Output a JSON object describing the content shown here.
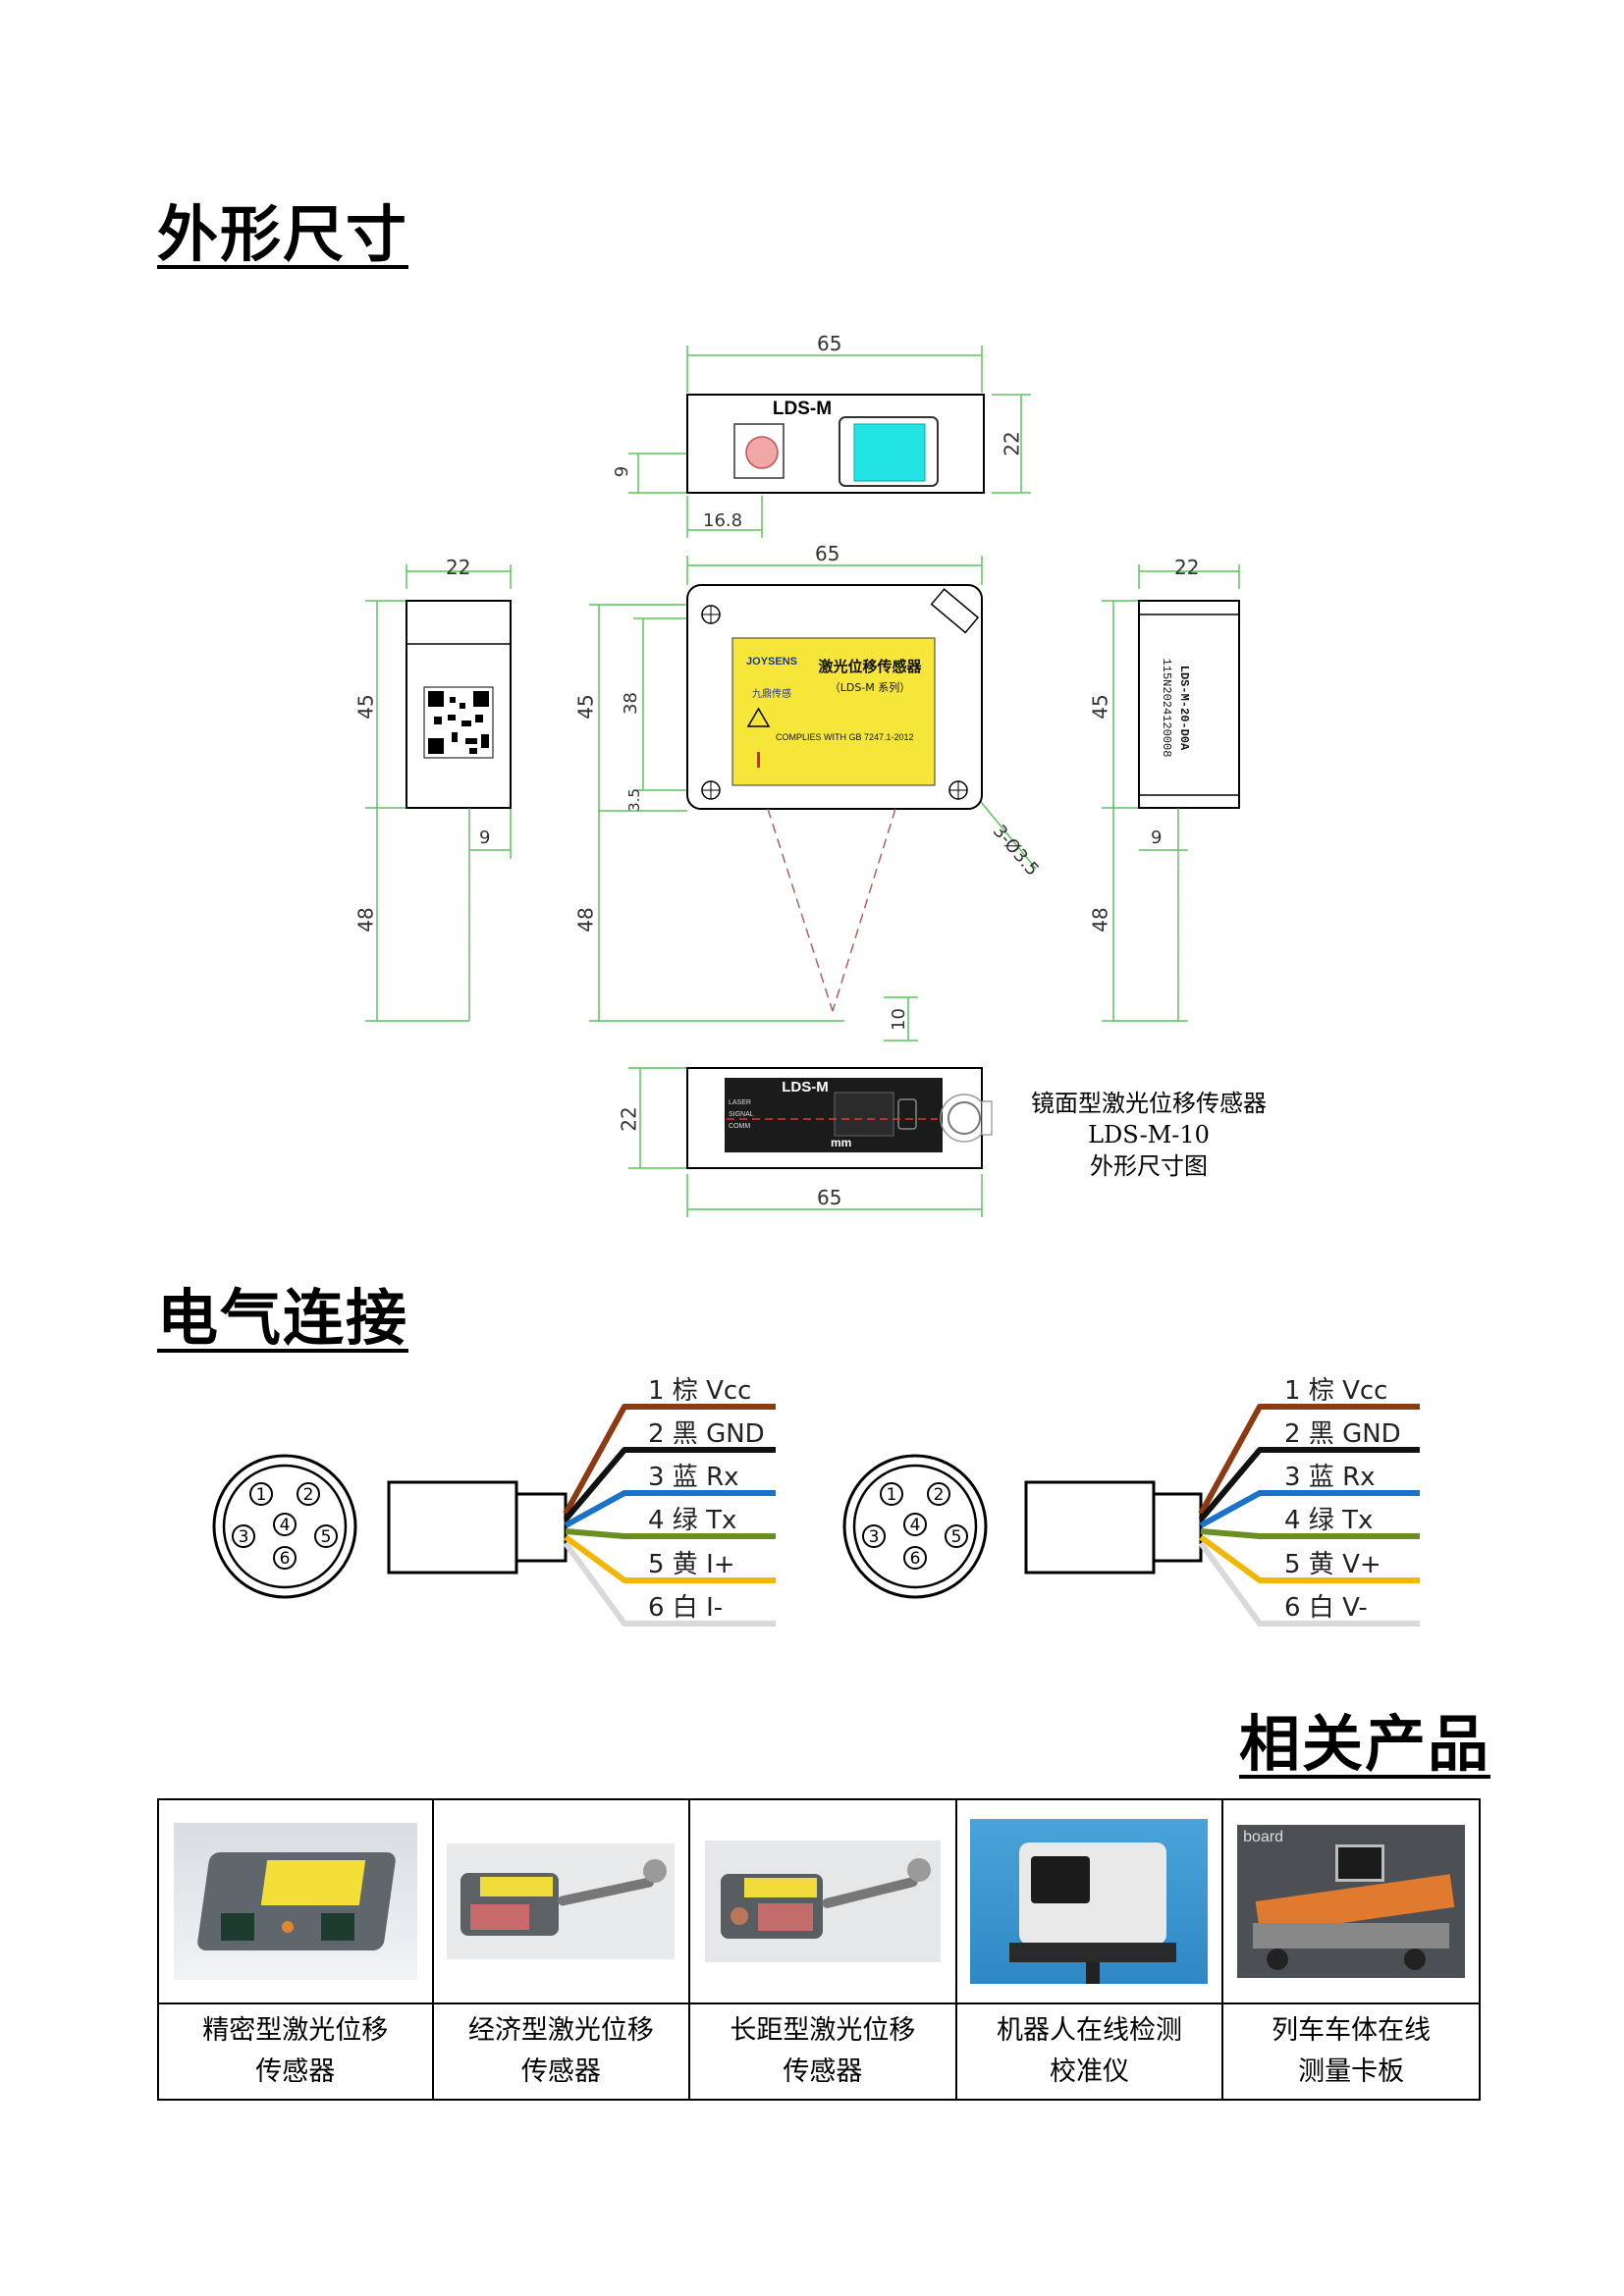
{
  "sections": {
    "dimensions_title": "外形尺寸",
    "electrical_title": "电气连接",
    "products_title": "相关产品"
  },
  "drawing": {
    "model_top": "LDS-M",
    "model_bottom": "LDS-M",
    "dims": {
      "top_width": "65",
      "top_height": "22",
      "top_offset_y": "9",
      "top_offset_x": "16.8",
      "front_width": "65",
      "front_height": "45",
      "front_38": "38",
      "front_35": "3.5",
      "hole": "3-Ø3.5",
      "front_48": "48",
      "front_10": "10",
      "left_width": "22",
      "left_height": "45",
      "left_9": "9",
      "left_48": "48",
      "right_width": "22",
      "right_height": "45",
      "right_9": "9",
      "right_48": "48",
      "bottom_height": "22",
      "bottom_width": "65"
    },
    "label": {
      "brand": "JOYSENS",
      "brand_cn": "九鼎传感",
      "name": "激光位移传感器",
      "series": "（LDS-M 系列）",
      "complies": "COMPLIES WITH GB 7247.1-2012"
    },
    "side_text_1": "LDS-M-20-D0A",
    "side_text_2": "115N2024120008",
    "bottom_leds": [
      "LASER",
      "SIGNAL",
      "COMM"
    ],
    "bottom_unit": "mm",
    "caption": [
      "镜面型激光位移传感器",
      "LDS-M-10",
      "外形尺寸图"
    ]
  },
  "wiring": {
    "left": [
      {
        "num": "1",
        "color_name": "棕",
        "signal": "Vcc",
        "color": "#8B3A12"
      },
      {
        "num": "2",
        "color_name": "黑",
        "signal": "GND",
        "color": "#111111"
      },
      {
        "num": "3",
        "color_name": "蓝",
        "signal": "Rx",
        "color": "#1a73c8"
      },
      {
        "num": "4",
        "color_name": "绿",
        "signal": "Tx",
        "color": "#6b8e23"
      },
      {
        "num": "5",
        "color_name": "黄",
        "signal": "I+",
        "color": "#f2b705"
      },
      {
        "num": "6",
        "color_name": "白",
        "signal": "I-",
        "color": "#d9d9d9"
      }
    ],
    "right": [
      {
        "num": "1",
        "color_name": "棕",
        "signal": "Vcc",
        "color": "#8B3A12"
      },
      {
        "num": "2",
        "color_name": "黑",
        "signal": "GND",
        "color": "#111111"
      },
      {
        "num": "3",
        "color_name": "蓝",
        "signal": "Rx",
        "color": "#1a73c8"
      },
      {
        "num": "4",
        "color_name": "绿",
        "signal": "Tx",
        "color": "#6b8e23"
      },
      {
        "num": "5",
        "color_name": "黄",
        "signal": "V+",
        "color": "#f2b705"
      },
      {
        "num": "6",
        "color_name": "白",
        "signal": "V-",
        "color": "#d9d9d9"
      }
    ],
    "pins": [
      "1",
      "2",
      "3",
      "4",
      "5",
      "6"
    ]
  },
  "products": [
    {
      "line1": "精密型激光位移",
      "line2": "传感器"
    },
    {
      "line1": "经济型激光位移",
      "line2": "传感器"
    },
    {
      "line1": "长距型激光位移",
      "line2": "传感器"
    },
    {
      "line1": "机器人在线检测",
      "line2": "校准仪"
    },
    {
      "line1": "列车车体在线",
      "line2": "测量卡板"
    }
  ]
}
